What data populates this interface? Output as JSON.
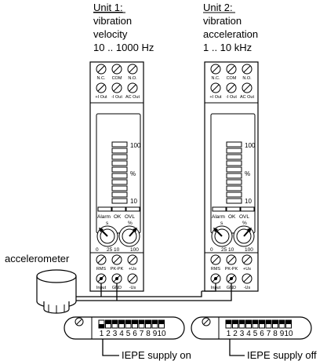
{
  "units": [
    {
      "title": "Unit 1:",
      "lines": [
        "vibration",
        "velocity",
        "10 .. 1000 Hz"
      ],
      "top_terminals": [
        "N.C.",
        "COM",
        "N.O."
      ],
      "out_terminals": [
        "+I Out",
        "-I Out",
        "AC Out"
      ],
      "scale_labels": [
        "100",
        "%",
        "10"
      ],
      "status_labels": [
        "Alarm",
        "OK",
        "OVL"
      ],
      "dial_labels": [
        "s",
        "%"
      ],
      "dial_scale": [
        "0",
        "25",
        "10",
        "100"
      ],
      "mode_terminals": [
        "RMS",
        "PK-PK",
        "+Us"
      ],
      "input_terminals": [
        "Input",
        "GND",
        "-Us"
      ]
    },
    {
      "title": "Unit 2:",
      "lines": [
        "vibration",
        "acceleration",
        "1 .. 10 kHz"
      ],
      "top_terminals": [
        "N.C.",
        "COM",
        "N.O."
      ],
      "out_terminals": [
        "+I Out",
        "-I Out",
        "AC Out"
      ],
      "scale_labels": [
        "100",
        "%",
        "10"
      ],
      "status_labels": [
        "Alarm",
        "OK",
        "OVL"
      ],
      "dial_labels": [
        "s",
        "%"
      ],
      "dial_scale": [
        "0",
        "25",
        "10",
        "100"
      ],
      "mode_terminals": [
        "RMS",
        "PK-PK",
        "+Us"
      ],
      "input_terminals": [
        "Input",
        "GND",
        "-Us"
      ]
    }
  ],
  "sensor_label": "accelerometer",
  "dip_switches": [
    {
      "numbers": [
        "1",
        "2",
        "3",
        "4",
        "5",
        "6",
        "7",
        "8",
        "9",
        "10"
      ],
      "caption": "IEPE supply on"
    },
    {
      "numbers": [
        "1",
        "2",
        "3",
        "4",
        "5",
        "6",
        "7",
        "8",
        "9",
        "10"
      ],
      "caption": "IEPE supply off"
    }
  ]
}
